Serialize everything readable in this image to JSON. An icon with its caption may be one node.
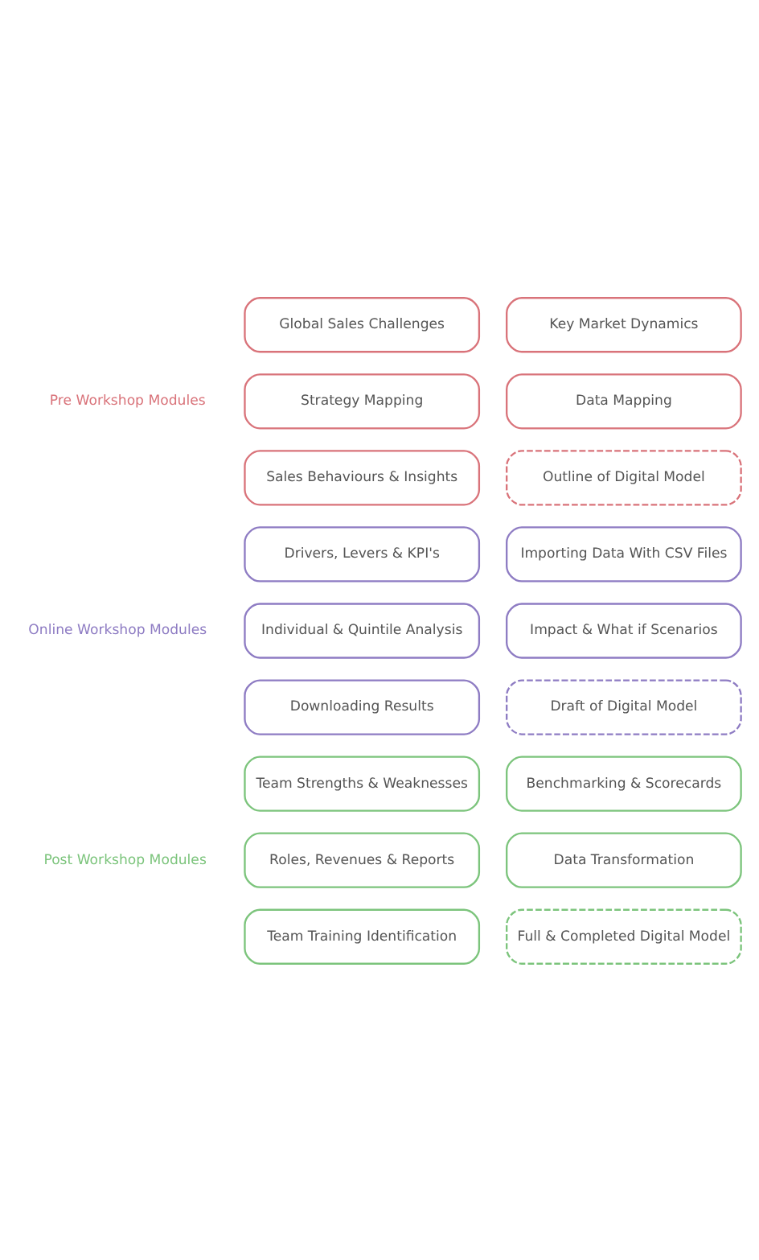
{
  "diagram": {
    "nodes": [
      {
        "text": [
          "Global Sales Challenges"
        ]
      },
      {
        "text": [
          "Key Market Dynamics"
        ]
      },
      {
        "text": [
          "Strategy Mapping"
        ]
      },
      {
        "text": [
          "Data Mapping"
        ]
      },
      {
        "text": [
          "Sales Behaviours & Insights"
        ]
      },
      {
        "text": [
          "Outline of Digital Model"
        ]
      },
      {
        "text": [
          "Drivers, Levers & KPI's"
        ]
      },
      {
        "text": [
          "Importing Data With CSV Files"
        ]
      },
      {
        "text": [
          "Individual & Quintile Analysis"
        ]
      },
      {
        "text": [
          "Impact & What if Scenarios"
        ]
      },
      {
        "text": [
          "Downloading Results"
        ]
      },
      {
        "text": [
          "Draft of Digital Model"
        ]
      },
      {
        "text": [
          "Team Strengths & Weaknesses"
        ]
      },
      {
        "text": [
          "Benchmarking & Scorecards"
        ]
      },
      {
        "text": [
          "Roles, Revenues & Reports"
        ]
      },
      {
        "text": [
          "Data Transformation"
        ]
      },
      {
        "text": [
          "Team Training Identification"
        ]
      },
      {
        "text": [
          "Full & Completed Digital Model"
        ]
      }
    ],
    "edges": [],
    "labels": [
      "Pre Workshop Modules",
      "Online Workshop Modules",
      "Post Workshop Modules"
    ]
  }
}
